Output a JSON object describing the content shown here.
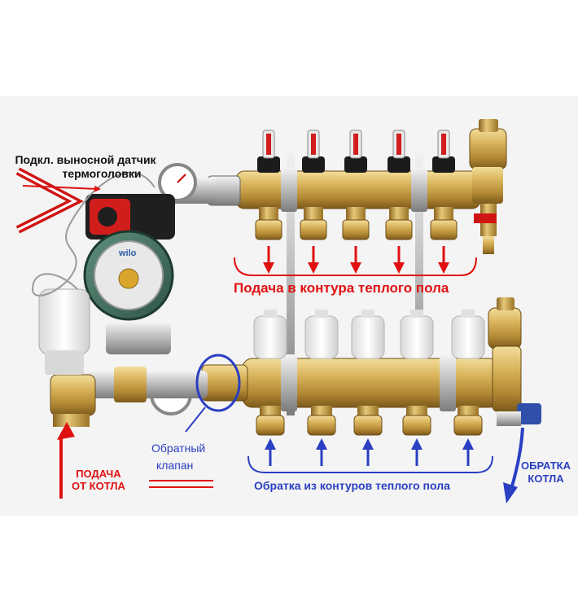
{
  "labels": {
    "sensor_line1": "Подкл. выносной датчик",
    "sensor_line2": "термоголовки",
    "supply_circuits": "Подача в контура теплого пола",
    "check_valve_line1": "Обратный",
    "check_valve_line2": "клапан",
    "supply_boiler_line1": "ПОДАЧА",
    "supply_boiler_line2": "ОТ КОТЛА",
    "return_circuits": "Обратка из контуров теплого пола",
    "return_boiler_line1": "ОБРАТКА",
    "return_boiler_line2": "КОТЛА",
    "pump_brand": "wilo"
  },
  "colors": {
    "red": "#e01010",
    "blue": "#2a3fc2",
    "brass": "#c9a24a",
    "brass_dark": "#8f6a22",
    "pump_green": "#3f6b5a",
    "black": "#111111"
  },
  "manifold": {
    "supply_outlets": 5,
    "return_outlets": 5
  }
}
